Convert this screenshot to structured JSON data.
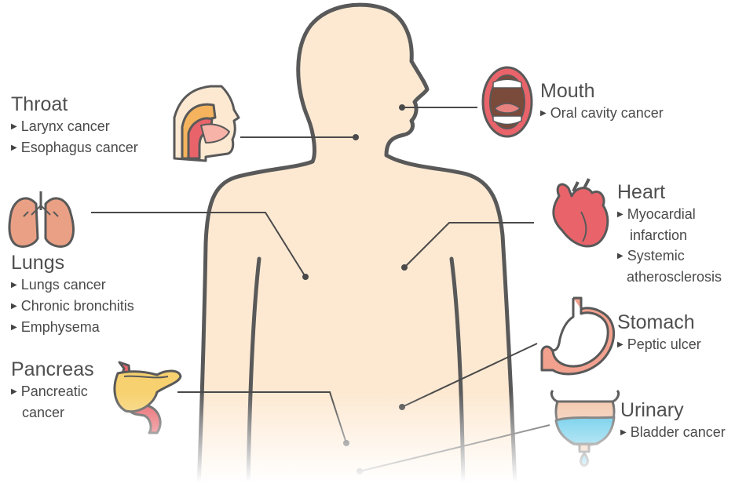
{
  "colors": {
    "skin": "#fde9d2",
    "outline": "#595959",
    "heart": "#e8646a",
    "lungs": "#e9a084",
    "stomach": "#f2a18f",
    "bladder_water": "#4ec3e6",
    "pancreas": "#f7d16f",
    "line": "#4a4a4a"
  },
  "organs": {
    "throat": {
      "title": "Throat",
      "icon": "throat-icon",
      "items": [
        "Larynx cancer",
        "Esophagus cancer"
      ]
    },
    "lungs": {
      "title": "Lungs",
      "icon": "lungs-icon",
      "items": [
        "Lungs cancer",
        "Chronic bronchitis",
        "Emphysema"
      ]
    },
    "pancreas": {
      "title": "Pancreas",
      "icon": "pancreas-icon",
      "items": [
        {
          "line1": "Pancreatic",
          "line2": "cancer"
        }
      ]
    },
    "mouth": {
      "title": "Mouth",
      "icon": "mouth-icon",
      "items": [
        "Oral cavity cancer"
      ]
    },
    "heart": {
      "title": "Heart",
      "icon": "heart-icon",
      "items": [
        {
          "line1": "Myocardial",
          "line2": "infarction"
        },
        {
          "line1": "Systemic",
          "line2": "atherosclerosis"
        }
      ]
    },
    "stomach": {
      "title": "Stomach",
      "icon": "stomach-icon",
      "items": [
        "Peptic ulcer"
      ]
    },
    "urinary": {
      "title": "Urinary",
      "icon": "bladder-icon",
      "items": [
        "Bladder cancer"
      ]
    }
  }
}
